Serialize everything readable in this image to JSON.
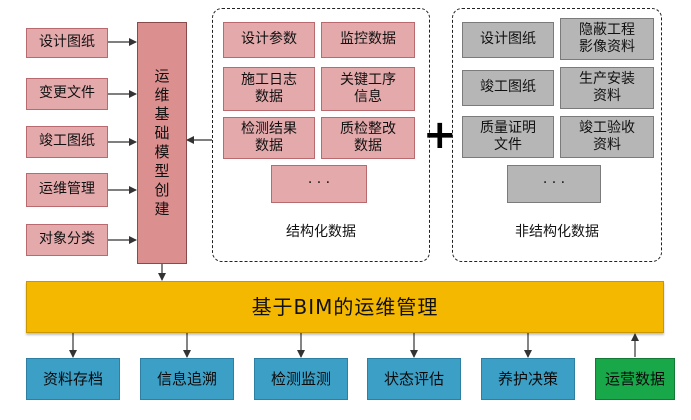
{
  "left_inputs": [
    "设计图纸",
    "变更文件",
    "竣工图纸",
    "运维管理",
    "对象分类"
  ],
  "model_creation": "运\n维\n基\n础\n模\n型\n创\n建",
  "structured": {
    "cells": [
      "设计参数",
      "监控数据",
      "施工日志\n数据",
      "关键工序\n信息",
      "检测结果\n数据",
      "质检整改\n数据"
    ],
    "more": "· · ·",
    "label": "结构化数据"
  },
  "plus_sign": "+",
  "unstructured": {
    "cells": [
      "设计图纸",
      "隐蔽工程\n影像资料",
      "竣工图纸",
      "生产安装\n资料",
      "质量证明\n文件",
      "竣工验收\n资料"
    ],
    "more": "· · ·",
    "label": "非结构化数据"
  },
  "main_bar": "基于BIM的运维管理",
  "outputs": [
    "资料存档",
    "信息追溯",
    "检测监测",
    "状态评估",
    "养护决策"
  ],
  "feedback": "运营数据",
  "colors": {
    "pink": "#e3a9ab",
    "pink_dark": "#dc8f8f",
    "gray": "#b6b6b6",
    "gold": "#f5b800",
    "blue": "#3c9fc6",
    "green": "#18a84a"
  }
}
